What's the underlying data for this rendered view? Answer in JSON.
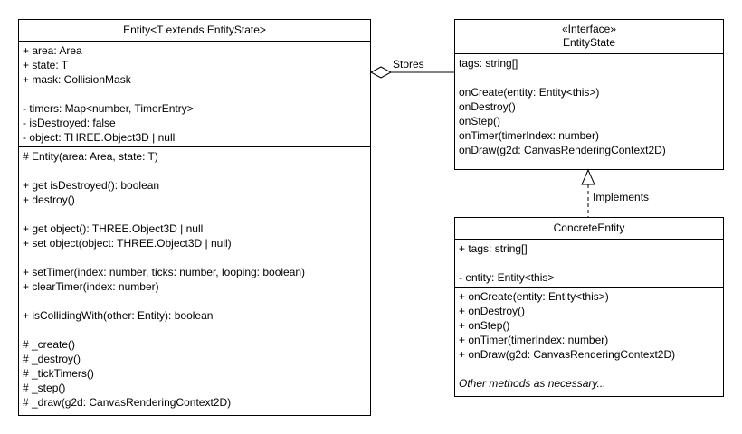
{
  "entity": {
    "title": "Entity<T extends EntityState>",
    "attributes": [
      [
        "+ area: Area",
        "+ state: T",
        "+ mask: CollisionMask"
      ],
      [
        "- timers: Map<number, TimerEntry>",
        "- isDestroyed: false",
        "- object: THREE.Object3D | null"
      ]
    ],
    "methods": [
      [
        "# Entity(area: Area, state: T)"
      ],
      [
        "+ get isDestroyed(): boolean",
        "+ destroy()"
      ],
      [
        "+ get object(): THREE.Object3D | null",
        "+ set object(object: THREE.Object3D | null)"
      ],
      [
        "+ setTimer(index: number, ticks: number, looping: boolean)",
        "+ clearTimer(index: number)"
      ],
      [
        "+ isCollidingWith(other: Entity): boolean"
      ],
      [
        "# _create()",
        "# _destroy()",
        "# _tickTimers()",
        "# _step()",
        "# _draw(g2d: CanvasRenderingContext2D)"
      ]
    ]
  },
  "entity_state": {
    "stereotype": "«Interface»",
    "title": "EntityState",
    "attributes": [
      [
        "tags: string[]"
      ]
    ],
    "methods": [
      [
        "onCreate(entity: Entity<this>)",
        "onDestroy()",
        "onStep()",
        "onTimer(timerIndex: number)",
        "onDraw(g2d: CanvasRenderingContext2D)"
      ]
    ]
  },
  "concrete_entity": {
    "title": "ConcreteEntity",
    "attributes": [
      [
        "+ tags: string[]"
      ],
      [
        "- entity: Entity<this>"
      ]
    ],
    "methods": [
      [
        "+ onCreate(entity: Entity<this>)",
        "+ onDestroy()",
        "+ onStep()",
        "+ onTimer(timerIndex: number)",
        "+ onDraw(g2d: CanvasRenderingContext2D)"
      ]
    ],
    "note": "Other methods as necessary..."
  },
  "relations": {
    "stores_label": "Stores",
    "implements_label": "Implements"
  }
}
